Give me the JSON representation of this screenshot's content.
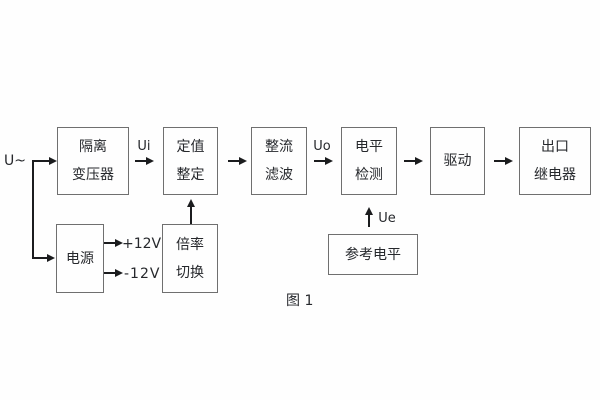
{
  "figure": {
    "caption": "图 1",
    "input_label": "U~",
    "signal_labels": {
      "ui": "Ui",
      "uo": "Uo",
      "ue": "Ue"
    },
    "power_labels": {
      "plus": "+12V",
      "minus": "-12V"
    },
    "blocks": {
      "isolation_transformer": {
        "line1": "隔离",
        "line2": "变压器"
      },
      "setting": {
        "line1": "定值",
        "line2": "整定"
      },
      "rectifier_filter": {
        "line1": "整流",
        "line2": "滤波"
      },
      "level_detection": {
        "line1": "电平",
        "line2": "检测"
      },
      "drive": {
        "label": "驱动"
      },
      "output_relay": {
        "line1": "出口",
        "line2": "继电器"
      },
      "power_supply": {
        "label": "电源"
      },
      "ratio_switch": {
        "line1": "倍率",
        "line2": "切换"
      },
      "reference_level": {
        "label": "参考电平"
      }
    },
    "colors": {
      "background": "#fefefe",
      "box_border": "#6f6f6f",
      "text": "#26282c",
      "line": "#1b1c1e"
    }
  }
}
